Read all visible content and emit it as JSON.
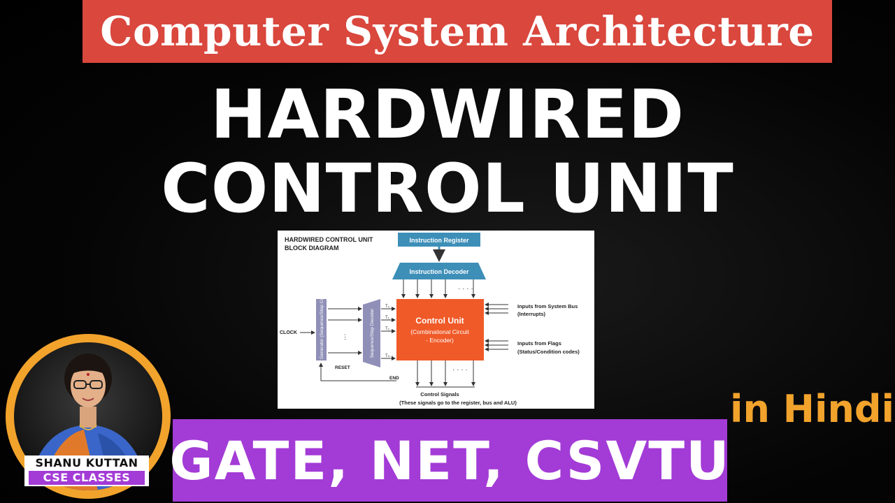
{
  "header": {
    "title": "Computer System Architecture"
  },
  "headline": {
    "line1": "HARDWIRED",
    "line2": "CONTROL UNIT"
  },
  "diagram": {
    "title_line1": "HARDWIRED CONTROL UNIT",
    "title_line2": "BLOCK DIAGRAM",
    "instruction_register": "Instruction Register",
    "instruction_decoder": "Instruction Decoder",
    "timing_generator": "Timing Generator (Sequence/Step Counter)",
    "sequence_decoder": "Sequence/Step Decoder",
    "control_unit_title": "Control Unit",
    "control_unit_sub1": "(Combinational Circuit",
    "control_unit_sub2": "- Encoder)",
    "clock": "CLOCK",
    "reset": "RESET",
    "end": "END",
    "t0": "T₀",
    "t1": "T₁",
    "t2": "T₂",
    "tn": "Tₙ₋₁",
    "inputs_bus_1": "Inputs from System Bus",
    "inputs_bus_2": "(Interrupts)",
    "inputs_flags_1": "Inputs from Flags",
    "inputs_flags_2": "(Status/Condition codes)",
    "control_signals_1": "Control Signals",
    "control_signals_2": "(These signals go to the register, bus and ALU)"
  },
  "presenter": {
    "name": "SHANU KUTTAN",
    "brand": "CSE CLASSES"
  },
  "tag": {
    "language": "in Hindi"
  },
  "footer": {
    "exams": "GATE, NET, CSVTU"
  },
  "colors": {
    "red_banner": "#d9473d",
    "purple": "#a33bd6",
    "orange": "#f2a32c",
    "diagram_blue": "#3d8fb8",
    "control_unit": "#f05a28"
  }
}
